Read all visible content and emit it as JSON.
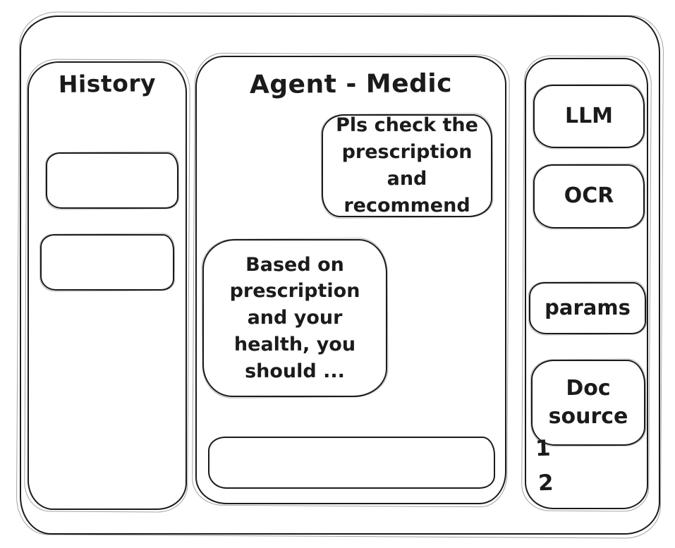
{
  "history": {
    "title": "History",
    "items": [
      {
        "label": ""
      },
      {
        "label": ""
      }
    ]
  },
  "chat": {
    "title": "Agent - Medic",
    "messages": [
      {
        "role": "user",
        "text": "Pls check the prescription and recommend"
      },
      {
        "role": "assistant",
        "text": "Based on prescription and your health, you should ..."
      }
    ],
    "input": {
      "value": "",
      "placeholder": ""
    }
  },
  "tools": {
    "items": [
      {
        "label": "LLM"
      },
      {
        "label": "OCR"
      },
      {
        "label": "params"
      },
      {
        "label": "Doc source"
      }
    ],
    "doc_source_list": [
      "1",
      "2"
    ]
  },
  "colors": {
    "stroke": "#1b1b1b",
    "background": "#ffffff"
  }
}
